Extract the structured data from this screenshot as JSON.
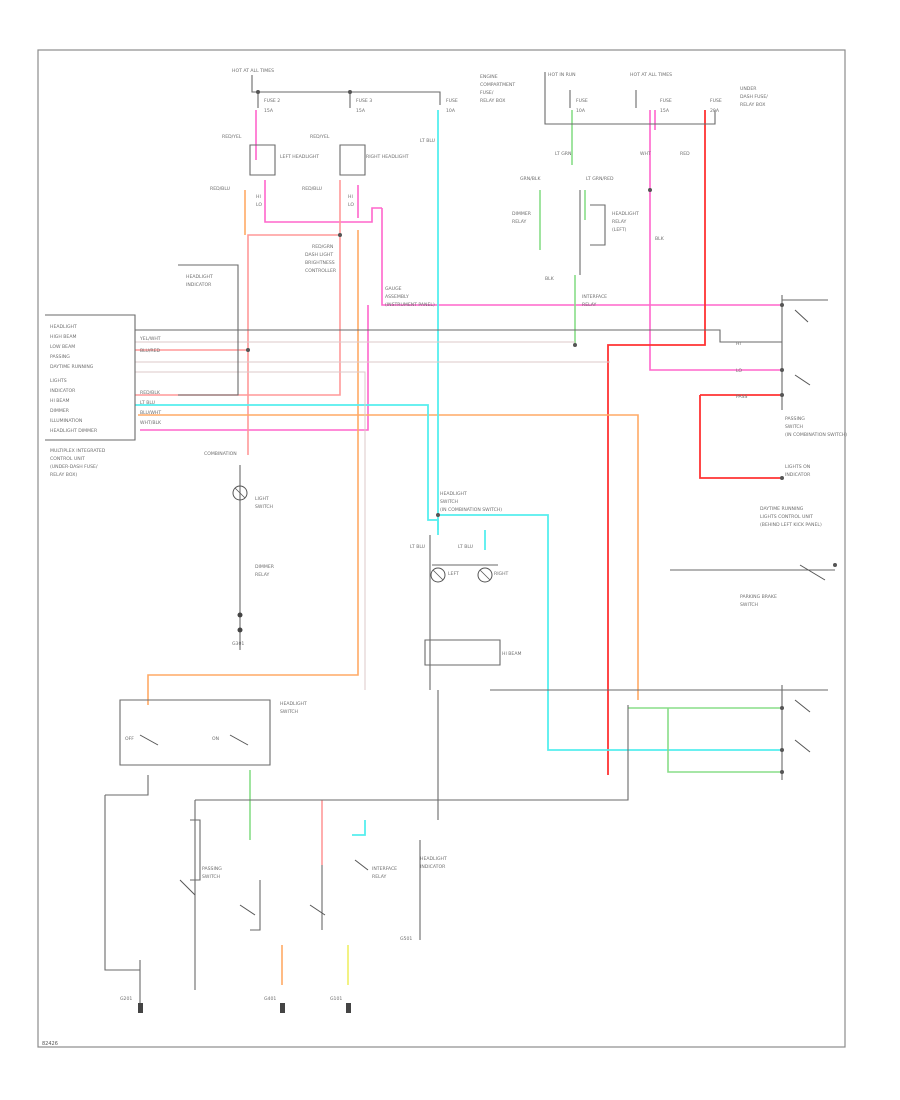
{
  "diagram": {
    "id_code": "82426",
    "colors": {
      "pink": "#ff66cc",
      "red": "#ff3333",
      "salmon": "#ff9999",
      "orange": "#ff9955",
      "cyan": "#55eeee",
      "green": "#88dd88",
      "yellow": "#eeee66",
      "wire_black": "#6a6a6a"
    },
    "labels": {
      "hot_at_all_times_left": "HOT AT ALL TIMES",
      "hot_at_all_times_right": "HOT AT ALL TIMES",
      "hot_in_run": "HOT IN RUN",
      "fuse_1": "FUSE 2",
      "fuse_1_amp": "15A",
      "fuse_2": "FUSE 3",
      "fuse_2_amp": "15A",
      "fuse_3": "FUSE",
      "fuse_3_amp": "10A",
      "fuse_4": "FUSE",
      "fuse_4_amp": "10A",
      "fuse_5": "FUSE",
      "fuse_5_amp": "15A",
      "fuse_6": "FUSE",
      "fuse_6_amp": "20A",
      "engine_box_1": "ENGINE",
      "engine_box_2": "COMPARTMENT",
      "engine_box_3": "FUSE/",
      "engine_box_4": "RELAY BOX",
      "under_dash_1": "UNDER",
      "under_dash_2": "DASH FUSE/",
      "under_dash_3": "RELAY BOX",
      "left_headlight": "LEFT HEADLIGHT",
      "right_headlight": "RIGHT HEADLIGHT",
      "left_hl_hi": "HI",
      "left_hl_lo": "LO",
      "right_hl_hi": "HI",
      "right_hl_lo": "LO",
      "wire_red_yel_1": "RED/YEL",
      "wire_red_yel_2": "RED/YEL",
      "wire_red_blu_1": "RED/BLU",
      "wire_red_blu_2": "RED/BLU",
      "wire_red_grn": "RED/GRN",
      "wire_ltgrn": "LT GRN",
      "wire_wht": "WHT",
      "wire_red": "RED",
      "wire_blk": "BLK",
      "wire_blk_2": "BLK",
      "wire_ltblu": "LT BLU",
      "wire_ltblu_2": "LT BLU",
      "wire_ltblu_3": "LT BLU",
      "wire_ltblu_4": "LT BLU",
      "wire_blu_wht": "BLU/WHT",
      "wire_wht_blk": "WHT/BLK",
      "wire_red_blk": "RED/BLK",
      "wire_grn_blk": "GRN/BLK",
      "wire_yel_wht": "YEL/WHT",
      "wire_blu_red": "BLU/RED",
      "wire_lt_grn_red": "LT GRN/RED",
      "dash_light_1": "DASH LIGHT",
      "dash_light_2": "BRIGHTNESS",
      "dash_light_3": "CONTROLLER",
      "hl_relay_1": "HEADLIGHT",
      "hl_relay_2": "RELAY",
      "hl_relay_3": "(LEFT)",
      "dimmer_1": "DIMMER",
      "dimmer_2": "RELAY",
      "gauge_1": "GAUGE",
      "gauge_2": "ASSEMBLY",
      "gauge_3": "(INSTRUMENT PANEL)",
      "pin_1": "HEADLIGHT",
      "pin_2": "HIGH BEAM",
      "pin_3": "LOW BEAM",
      "pin_4": "PASSING",
      "pin_5": "DAYTIME RUNNING",
      "pin_6": "LIGHTS",
      "pin_7": "INDICATOR",
      "pin_8": "HI BEAM",
      "pin_9": "DIMMER",
      "pin_10": "ILLUMINATION",
      "pin_11": "HEADLIGHT DIMMER",
      "multiplex_1": "MULTIPLEX INTEGRATED",
      "multiplex_2": "CONTROL UNIT",
      "multiplex_3": "(UNDER-DASH FUSE/",
      "multiplex_4": "RELAY BOX)",
      "headlight_warn_1": "HEADLIGHT",
      "headlight_warn_2": "INDICATOR",
      "interface_1": "INTERFACE",
      "interface_2": "RELAY",
      "hl_switch_1": "HEADLIGHT",
      "hl_switch_2": "SWITCH",
      "hl_switch_3": "(IN COMBINATION SWITCH)",
      "passing_1": "PASSING",
      "passing_2": "SWITCH",
      "passing_3": "(IN COMBINATION SWITCH)",
      "lights_on_1": "LIGHTS ON",
      "lights_on_2": "INDICATOR",
      "drl_1": "DAYTIME RUNNING",
      "drl_2": "LIGHTS CONTROL UNIT",
      "drl_3": "(BEHIND LEFT KICK PANEL)",
      "combo_1": "COMBINATION",
      "combo_2": "LIGHT",
      "combo_3": "SWITCH",
      "parking_brake_1": "PARKING BRAKE",
      "parking_brake_2": "SWITCH",
      "ground_1": "G201",
      "ground_2": "G401",
      "ground_3": "G101",
      "ground_4": "G301",
      "ground_5": "G501",
      "left_hl": "LEFT",
      "right_hl": "RIGHT",
      "hi_beam_ind": "HI BEAM",
      "off": "OFF",
      "on": "ON",
      "hi": "HI",
      "lo": "LO",
      "pass": "PASS"
    }
  }
}
